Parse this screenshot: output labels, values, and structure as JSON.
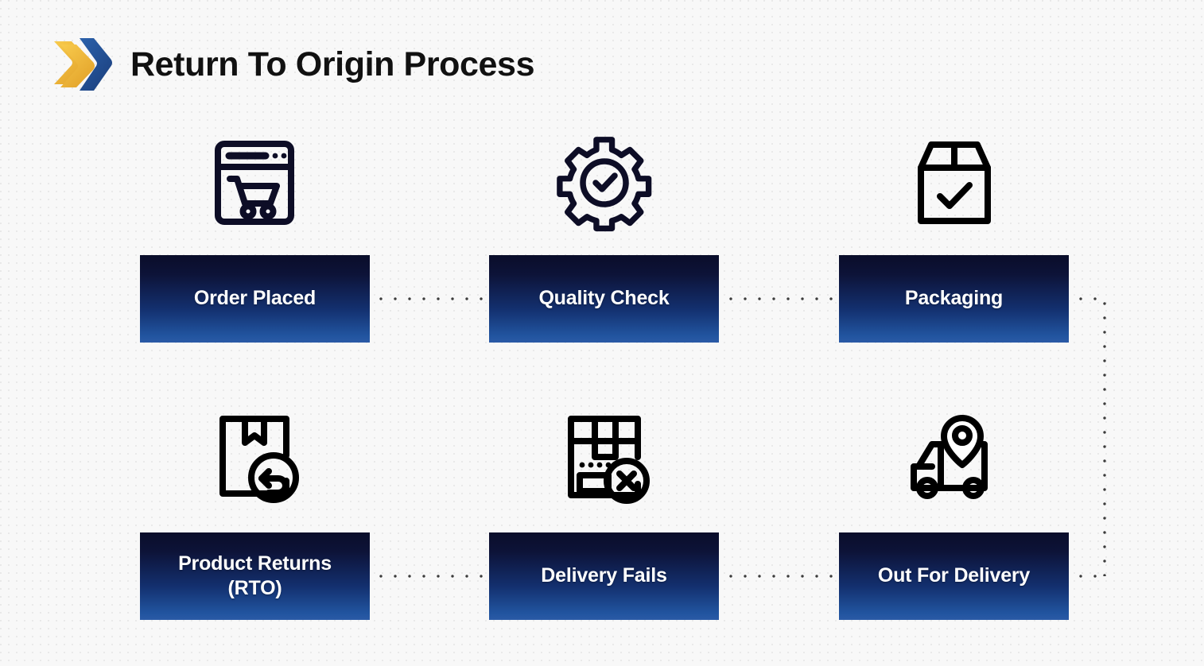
{
  "header": {
    "title": "Return To Origin Process",
    "logo_icon": "double-chevron-logo",
    "logo_colors": {
      "gold": "#f0b436",
      "blue": "#1f4e96"
    }
  },
  "theme": {
    "background": "#f8f8f8",
    "dot_grid": "#e9e9e9",
    "card_gradient_top": "#0a0d2a",
    "card_gradient_bottom": "#2a5aa6",
    "card_text": "#ffffff",
    "icon_stroke": "#0d0d26",
    "connector_dot": "#3b3b3b"
  },
  "flow": {
    "nodes": [
      {
        "id": "order",
        "label": "Order Placed",
        "icon": "browser-cart-icon"
      },
      {
        "id": "quality",
        "label": "Quality Check",
        "icon": "gear-check-icon"
      },
      {
        "id": "packaging",
        "label": "Packaging",
        "icon": "box-check-icon"
      },
      {
        "id": "outfor",
        "label": "Out For Delivery",
        "icon": "truck-location-icon"
      },
      {
        "id": "fails",
        "label": "Delivery Fails",
        "icon": "box-failed-icon"
      },
      {
        "id": "returns",
        "label": "Product Returns\n(RTO)",
        "label_line1": "Product Returns",
        "label_line2": "(RTO)",
        "icon": "box-return-icon"
      }
    ],
    "connectors": [
      {
        "id": "c-1",
        "from": "order",
        "to": "quality",
        "style": "dotted",
        "orientation": "horizontal"
      },
      {
        "id": "c-2",
        "from": "quality",
        "to": "packaging",
        "style": "dotted",
        "orientation": "horizontal"
      },
      {
        "id": "c-3",
        "from": "packaging",
        "to": "outfor",
        "style": "dotted",
        "orientation": "horizontal"
      },
      {
        "id": "c-v",
        "from": "packaging",
        "to": "outfor",
        "style": "dotted",
        "orientation": "vertical"
      },
      {
        "id": "c-4",
        "from": "packaging",
        "to": "outfor",
        "style": "dotted",
        "orientation": "horizontal"
      },
      {
        "id": "c-6",
        "from": "outfor",
        "to": "fails",
        "style": "dotted",
        "orientation": "horizontal"
      },
      {
        "id": "c-5",
        "from": "fails",
        "to": "returns",
        "style": "dotted",
        "orientation": "horizontal"
      }
    ]
  }
}
